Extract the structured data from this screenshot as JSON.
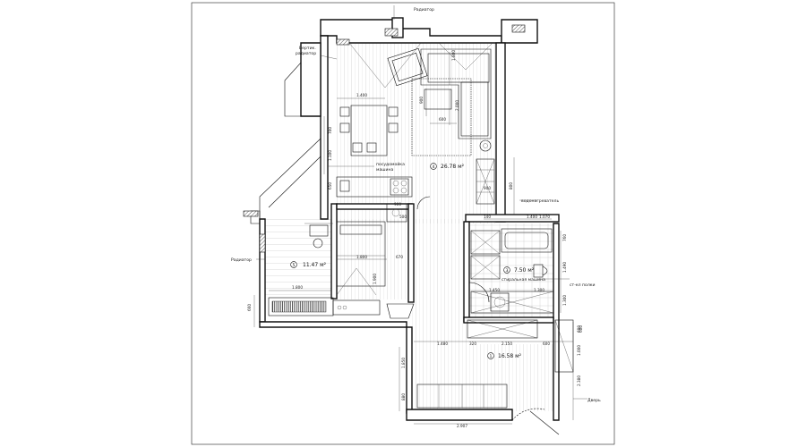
{
  "labels": {
    "radiator_top": "Радиатор",
    "vertical_radiator_l1": "Вертик.",
    "vertical_radiator_l2": "радиатор",
    "dishwasher_l1": "посудомойка",
    "dishwasher_l2": "машина",
    "water_heater": "водонагреватель",
    "radiator_left": "Радиатор",
    "washing_machine": "стиральная машина",
    "storage": "ст-кл полки",
    "door": "Дверь"
  },
  "rooms": [
    {
      "num": "4",
      "area": "26.78 м²"
    },
    {
      "num": "5",
      "area": "11.47 м²"
    },
    {
      "num": "3",
      "area": "7.50 м²"
    },
    {
      "num": "1",
      "area": "16.58 м²"
    }
  ],
  "dimensions": {
    "d_1800_sofa": "1.800",
    "d_900": "900",
    "d_2000": "2.000",
    "d_600": "600",
    "d_1400": "1.400",
    "d_700": "700",
    "d_1100": "1.100",
    "d_650": "650",
    "d_900b": "900",
    "d_900c": "900",
    "d_500": "500",
    "d_800": "800",
    "d_1800_bed": "1.800",
    "d_1900": "1.900",
    "d_670": "670",
    "d_1800_left": "1.800",
    "d_660": "660",
    "d_1400_door": "1.400",
    "d_140": "140",
    "d_1070": "1.070",
    "d_760": "760",
    "d_1450": "1.450",
    "d_1300": "1.300",
    "d_1490": "1.490",
    "d_1300r": "1.300",
    "d_600r": "600",
    "d_1480": "1.480",
    "d_320": "320",
    "d_2150": "2.150",
    "d_600b": "600",
    "d_600v": "600",
    "d_1000": "1.000",
    "d_2380": "2.380",
    "d_1850": "1.850",
    "d_880": "880",
    "d_2907": "2.907"
  }
}
